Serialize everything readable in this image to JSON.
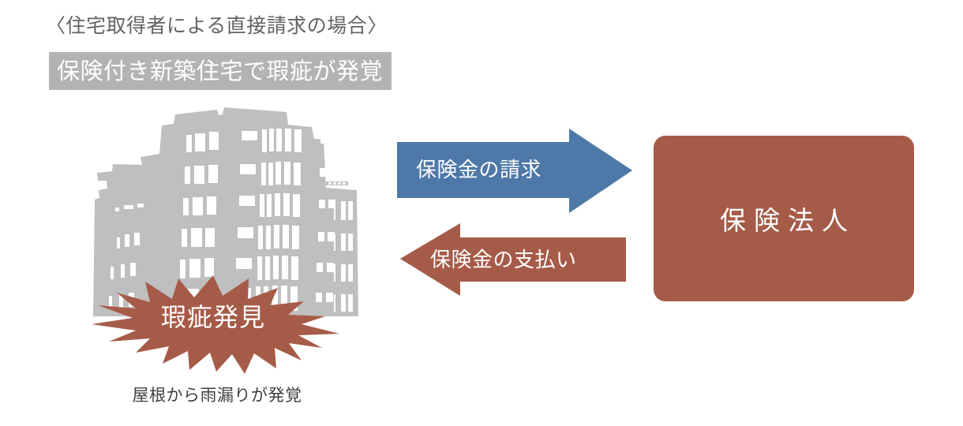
{
  "page": {
    "heading_bracketed": "〈住宅取得者による直接請求の場合〉",
    "banner_label": "保険付き新築住宅で瑕疵が発覚",
    "background_color": "#ffffff"
  },
  "building": {
    "icon_name": "apartment-building-illustration",
    "fill_color": "#bfbfbf"
  },
  "burst": {
    "icon_name": "starburst-shape",
    "fill_color": "#a65b48",
    "label": "瑕疵発見",
    "label_color": "#ffffff"
  },
  "caption": {
    "text": "屋根から雨漏りが発覚",
    "color": "#3f3f3f"
  },
  "arrows": [
    {
      "id": "claim",
      "label": "保険金の請求",
      "direction": "right",
      "color": "#4e78a8",
      "label_color": "#ffffff",
      "icon_name": "arrow-right-icon"
    },
    {
      "id": "payout",
      "label": "保険金の支払い",
      "direction": "left",
      "color": "#a65b48",
      "label_color": "#ffffff",
      "icon_name": "arrow-left-icon"
    }
  ],
  "insurer": {
    "label": "保険法人",
    "fill_color": "#a65b48",
    "label_color": "#ffffff"
  },
  "colors": {
    "blue": "#4e78a8",
    "brown": "#a65b48",
    "gray_band": "#b3b3b3",
    "gray_building": "#bfbfbf",
    "title_text": "#636363"
  }
}
